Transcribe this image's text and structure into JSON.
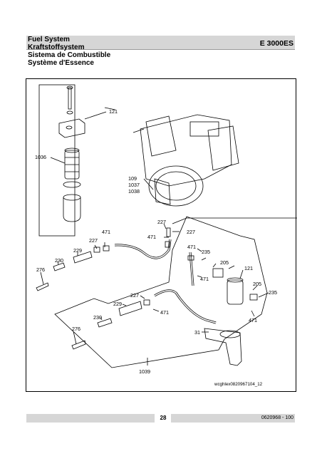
{
  "header": {
    "titles": [
      "Fuel System",
      "Kraftstoffsystem",
      "Sistema de Combustible",
      "Système d'Essence"
    ],
    "code": "E 3000ES"
  },
  "figure": {
    "labels": {
      "l121a": "121",
      "l1036": "1036",
      "l109": "109",
      "l1037": "1037",
      "l1038": "1038",
      "l227a": "227",
      "l227b": "227",
      "l471a": "471",
      "l471b": "471",
      "l471c": "471",
      "l471d": "471",
      "l471e": "471",
      "l471f": "471",
      "l227c": "227",
      "l229a": "229",
      "l230a": "230",
      "l276a": "276",
      "l235a": "235",
      "l205a": "205",
      "l121b": "121",
      "l205b": "205",
      "l235b": "235",
      "l227d": "227",
      "l229b": "229",
      "l230b": "230",
      "l276b": "276",
      "l31": "31",
      "l1039": "1039"
    },
    "reference": "wcghlex0820967104_12"
  },
  "footer": {
    "page": "28",
    "doc_number": "0620968 - 100"
  }
}
